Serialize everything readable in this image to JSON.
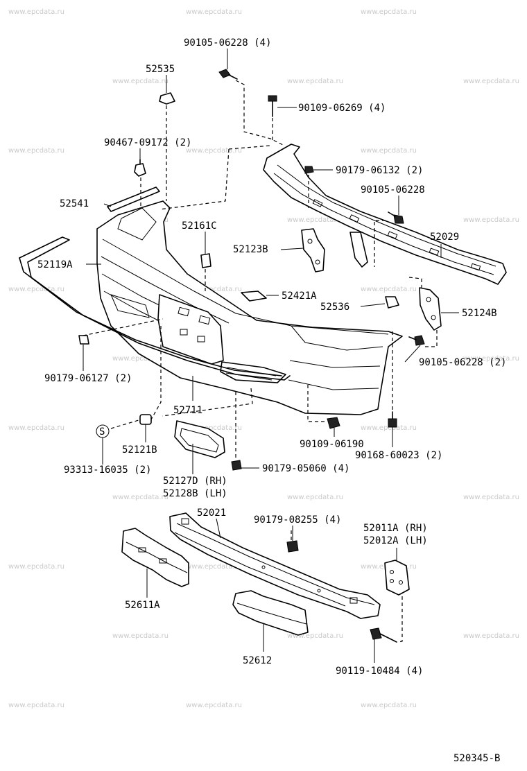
{
  "watermark": "www.epcdata.ru",
  "diagram_code": "520345-B",
  "labels": {
    "l_90105_06228_4": "90105-06228 (4)",
    "l_52535": "52535",
    "l_90109_06269": "90109-06269 (4)",
    "l_90467": "90467-09172 (2)",
    "l_90179_06132": "90179-06132 (2)",
    "l_90105_06228": "90105-06228",
    "l_52541": "52541",
    "l_52161C": "52161C",
    "l_52029": "52029",
    "l_52123B": "52123B",
    "l_52119A": "52119A",
    "l_52421A": "52421A",
    "l_52536": "52536",
    "l_52124B": "52124B",
    "l_90105_06228_2": "90105-06228 (2)",
    "l_90179_06127": "90179-06127 (2)",
    "l_52711": "52711",
    "l_90109_06190": "90109-06190",
    "l_90168": "90168-60023 (2)",
    "l_52121B": "52121B",
    "l_93313": "93313-16035 (2)",
    "l_90179_05060": "90179-05060 (4)",
    "l_52127D": "52127D (RH)",
    "l_52128B": "52128B (LH)",
    "l_52021": "52021",
    "l_90179_08255": "90179-08255 (4)",
    "l_52011A": "52011A (RH)",
    "l_52012A": "52012A (LH)",
    "l_52611A": "52611A",
    "l_52612": "52612",
    "l_90119": "90119-10484 (4)",
    "s_mark": "S"
  }
}
